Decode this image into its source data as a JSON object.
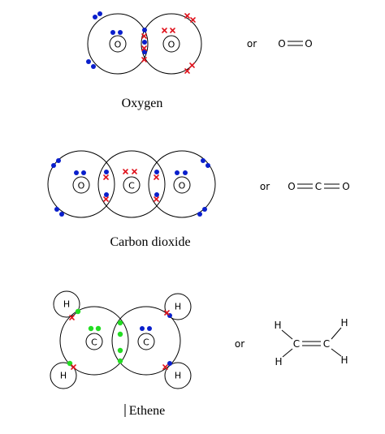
{
  "colors": {
    "electron_dot": "#0a1fcc",
    "electron_cross": "#e0141e",
    "shared_dot": "#22dd22"
  },
  "oxygen": {
    "caption": "Oxygen",
    "atoms": [
      "O",
      "O"
    ],
    "or_label": "or",
    "formula": {
      "left": "O",
      "right": "O"
    }
  },
  "carbon_dioxide": {
    "caption": "Carbon dioxide",
    "atoms": [
      "O",
      "C",
      "O"
    ],
    "or_label": "or",
    "formula": {
      "a": "O",
      "b": "C",
      "c": "O"
    }
  },
  "ethene": {
    "caption": "Ethene",
    "atoms": [
      "C",
      "C"
    ],
    "hydrogens": [
      "H",
      "H",
      "H",
      "H"
    ],
    "or_label": "or",
    "formula": {
      "c1": "C",
      "c2": "C",
      "h_tl": "H",
      "h_bl": "H",
      "h_tr": "H",
      "h_br": "H"
    }
  }
}
